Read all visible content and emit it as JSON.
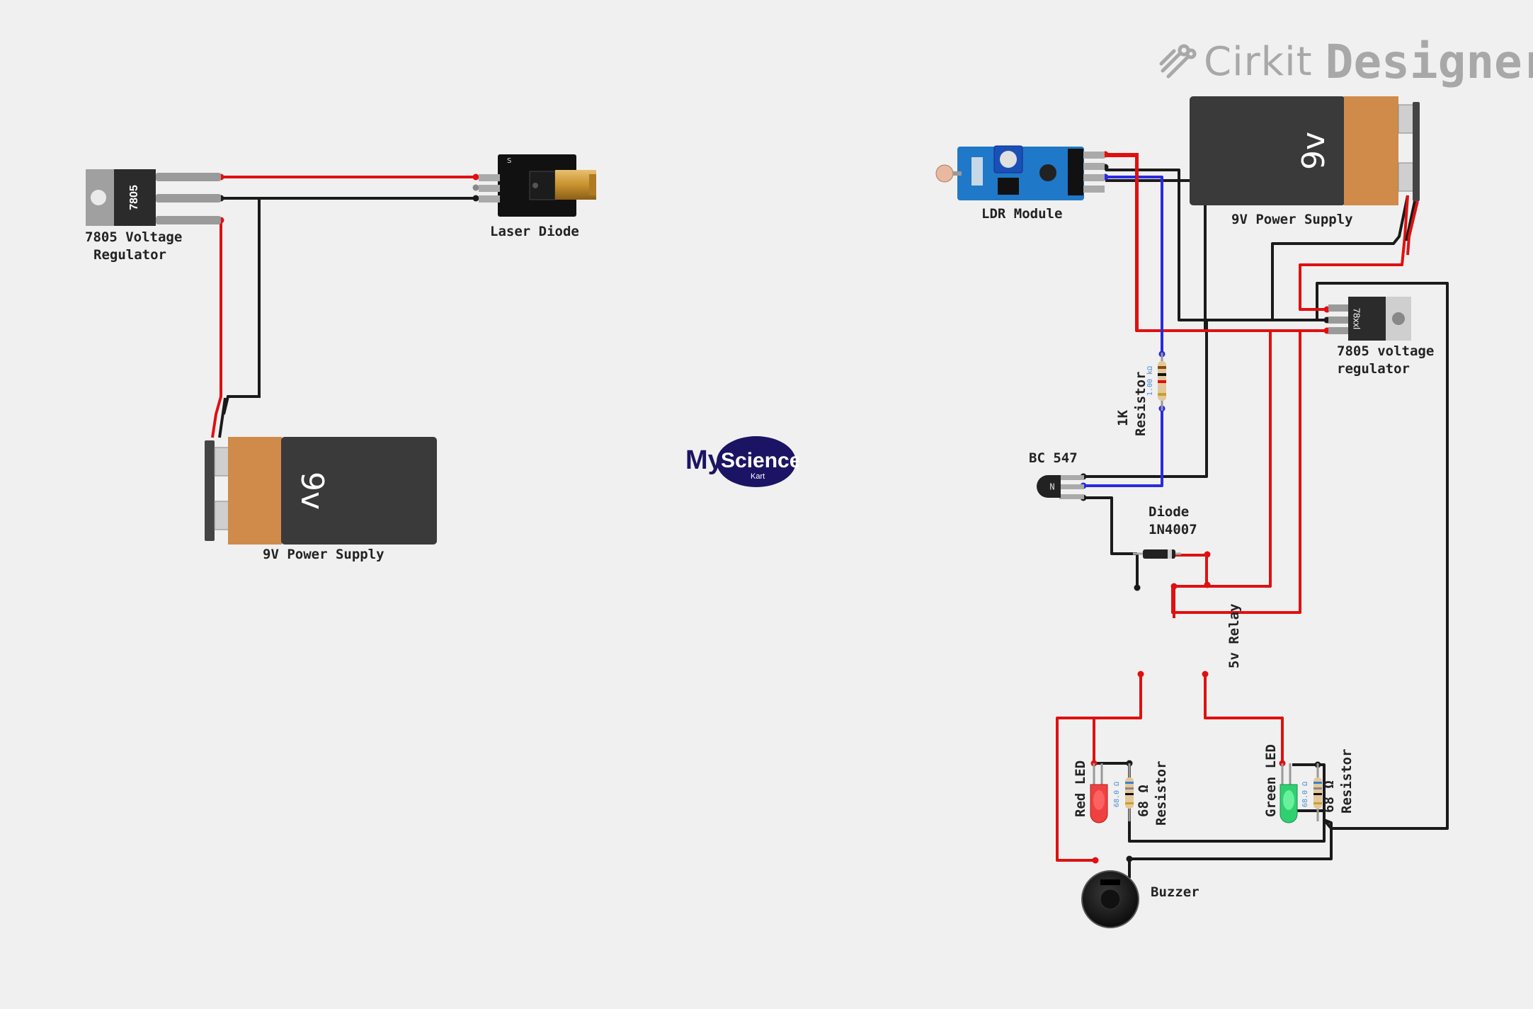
{
  "brand": {
    "prefix": "Cirkit",
    "suffix": "Designer",
    "icon": "cirkit-logo-icon"
  },
  "logo": {
    "my": "My",
    "science": "Science",
    "kart": "Kart"
  },
  "battery_text": "9v",
  "regulator_chip": "7805",
  "regulator_chip_right": "78xxl",
  "resistor_band_label": "68.0 Ω",
  "resistor_1k_band_label": "1.00 kΩ",
  "labels": {
    "reg_left_1": "7805 Voltage",
    "reg_left_2": "Regulator",
    "laser": "Laser Diode",
    "battery_left": "9V Power Supply",
    "ldr": "LDR Module",
    "battery_right": "9V Power Supply",
    "reg_right_1": "7805 voltage",
    "reg_right_2": "regulator",
    "r1k_1": "1K",
    "r1k_2": "Resistor",
    "bc547": "BC 547",
    "diode_1": "Diode",
    "diode_2": "1N4007",
    "relay": "5v Relay",
    "red_led": "Red LED",
    "red_res_1": "68 Ω",
    "red_res_2": "Resistor",
    "green_led": "Green LED",
    "green_res_1": "68 Ω",
    "green_res_2": "Resistor",
    "buzzer": "Buzzer"
  },
  "colors": {
    "wire_red": "#e01010",
    "wire_black": "#1a1a1a",
    "wire_blue": "#2a2ae0",
    "background": "#f0f0f0",
    "battery_orange": "#d08a4a",
    "battery_body": "#3a3a3a"
  }
}
